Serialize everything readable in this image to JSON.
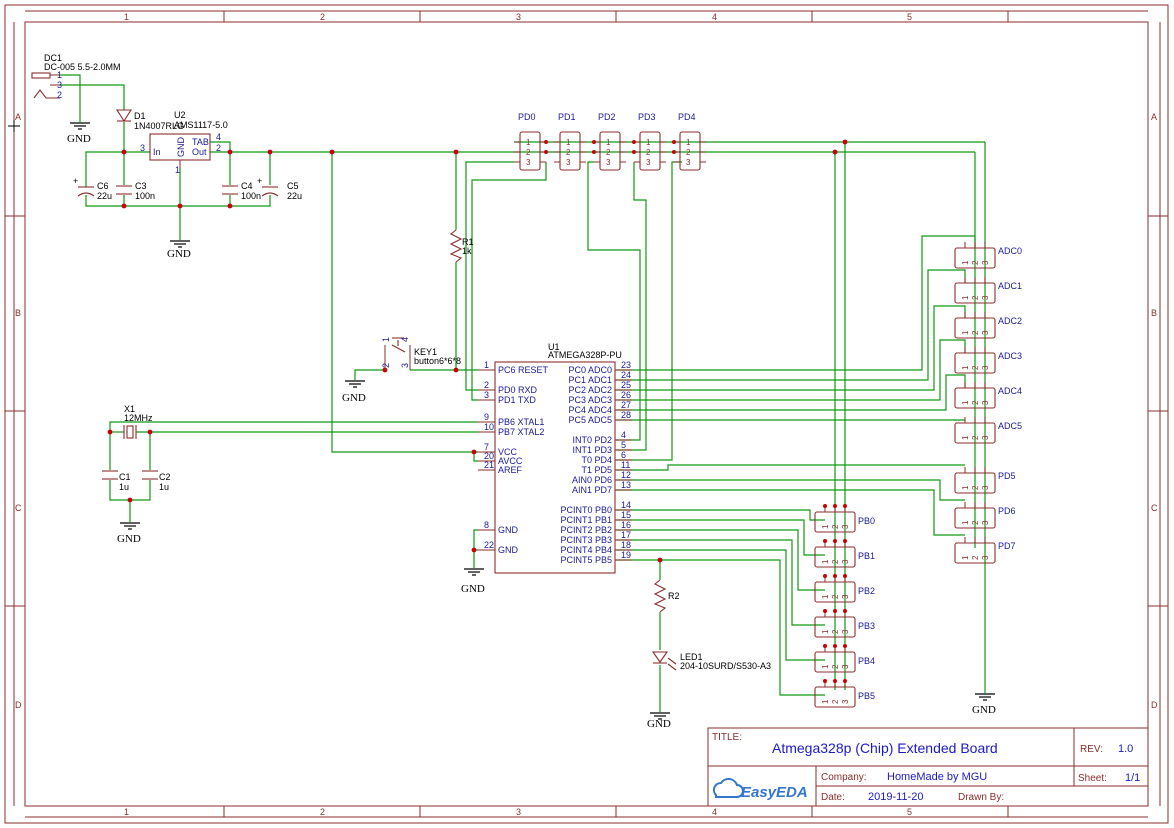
{
  "title_block": {
    "title_label": "TITLE:",
    "title": "Atmega328p (Chip) Extended Board",
    "rev_label": "REV:",
    "rev": "1.0",
    "company_label": "Company:",
    "company": "HomeMade by MGU",
    "sheet_label": "Sheet:",
    "sheet": "1/1",
    "date_label": "Date:",
    "date": "2019-11-20",
    "drawn_label": "Drawn By:",
    "logo": "EasyEDA"
  },
  "frame": {
    "cols": [
      "1",
      "2",
      "3",
      "4",
      "5"
    ],
    "rows": [
      "A",
      "B",
      "C",
      "D"
    ]
  },
  "components": {
    "dc1": {
      "ref": "DC1",
      "value": "DC-005 5.5-2.0MM",
      "pins": [
        "1",
        "3",
        "2"
      ]
    },
    "d1": {
      "ref": "D1",
      "value": "1N4007RLG"
    },
    "u2": {
      "ref": "U2",
      "value": "AMS1117-5.0",
      "in": "In",
      "gnd": "GND",
      "tab": "TAB",
      "out": "Out",
      "p3": "3",
      "p4": "4",
      "p2": "2",
      "p1": "1"
    },
    "c6": {
      "ref": "C6",
      "value": "22u"
    },
    "c3": {
      "ref": "C3",
      "value": "100n"
    },
    "c4": {
      "ref": "C4",
      "value": "100n"
    },
    "c5": {
      "ref": "C5",
      "value": "22u"
    },
    "r1": {
      "ref": "R1",
      "value": "1k"
    },
    "key1": {
      "ref": "KEY1",
      "value": "button6*6*8"
    },
    "x1": {
      "ref": "X1",
      "value": "12MHz"
    },
    "c1": {
      "ref": "C1",
      "value": "1u"
    },
    "c2": {
      "ref": "C2",
      "value": "1u"
    },
    "r2": {
      "ref": "R2"
    },
    "led1": {
      "ref": "LED1",
      "value": "204-10SURD/S530-A3"
    },
    "u1": {
      "ref": "U1",
      "value": "ATMEGA328P-PU",
      "left_pins": [
        {
          "num": "1",
          "name": "PC6 RESET"
        },
        {
          "num": "2",
          "name": "PD0 RXD"
        },
        {
          "num": "3",
          "name": "PD1 TXD"
        },
        {
          "num": "9",
          "name": "PB6 XTAL1"
        },
        {
          "num": "10",
          "name": "PB7 XTAL2"
        },
        {
          "num": "7",
          "name": "VCC"
        },
        {
          "num": "20",
          "name": "AVCC"
        },
        {
          "num": "21",
          "name": "AREF"
        },
        {
          "num": "8",
          "name": "GND"
        },
        {
          "num": "22",
          "name": "GND"
        }
      ],
      "right_pins": [
        {
          "num": "23",
          "name": "PC0 ADC0"
        },
        {
          "num": "24",
          "name": "PC1 ADC1"
        },
        {
          "num": "25",
          "name": "PC2 ADC2"
        },
        {
          "num": "26",
          "name": "PC3 ADC3"
        },
        {
          "num": "27",
          "name": "PC4 ADC4"
        },
        {
          "num": "28",
          "name": "PC5 ADC5"
        },
        {
          "num": "4",
          "name": "INT0 PD2"
        },
        {
          "num": "5",
          "name": "INT1 PD3"
        },
        {
          "num": "6",
          "name": "T0 PD4"
        },
        {
          "num": "11",
          "name": "T1 PD5"
        },
        {
          "num": "12",
          "name": "AIN0 PD6"
        },
        {
          "num": "13",
          "name": "AIN1 PD7"
        },
        {
          "num": "14",
          "name": "PCINT0 PB0"
        },
        {
          "num": "15",
          "name": "PCINT1 PB1"
        },
        {
          "num": "16",
          "name": "PCINT2 PB2"
        },
        {
          "num": "17",
          "name": "PCINT3 PB3"
        },
        {
          "num": "18",
          "name": "PCINT4 PB4"
        },
        {
          "num": "19",
          "name": "PCINT5 PB5"
        }
      ]
    },
    "top_headers": [
      "PD0",
      "PD1",
      "PD2",
      "PD3",
      "PD4"
    ],
    "adc_headers": [
      "ADC0",
      "ADC1",
      "ADC2",
      "ADC3",
      "ADC4",
      "ADC5",
      "PD5",
      "PD6",
      "PD7"
    ],
    "pb_headers": [
      "PB0",
      "PB1",
      "PB2",
      "PB3",
      "PB4",
      "PB5"
    ],
    "header_pins": [
      "1",
      "2",
      "3"
    ],
    "key_pins": [
      "1",
      "2",
      "3",
      "4"
    ]
  },
  "gnd_label": "GND",
  "colors": {
    "wire": "#119911",
    "part": "#8b2d2d",
    "junction": "#cc0000",
    "text_blue": "#1a1acc"
  }
}
